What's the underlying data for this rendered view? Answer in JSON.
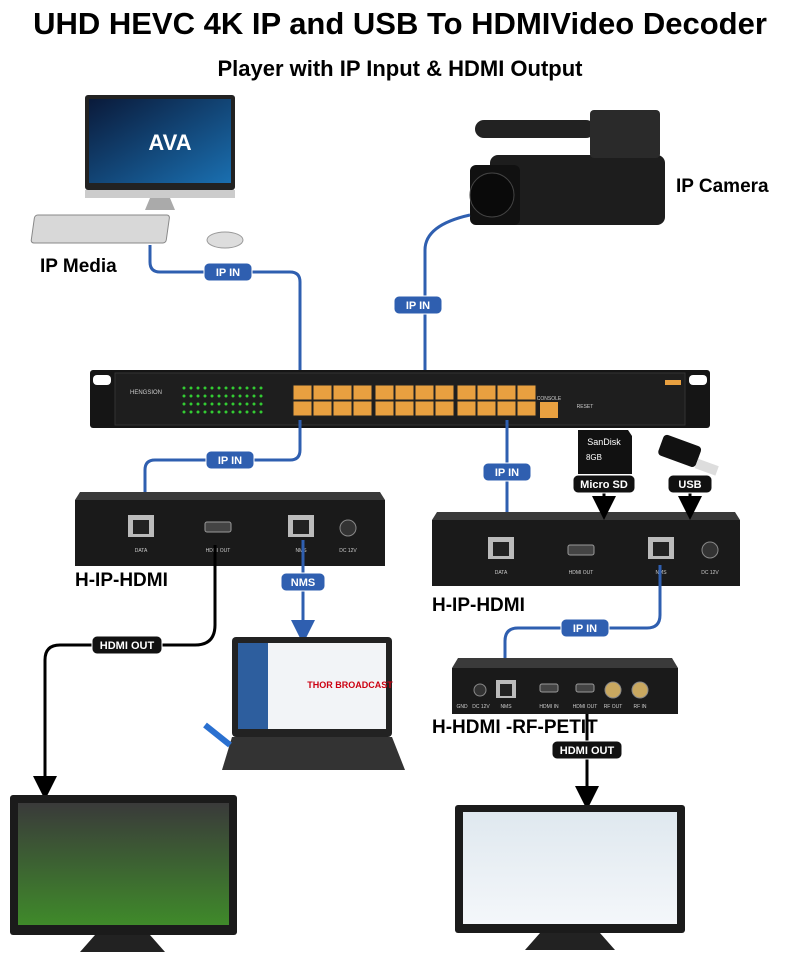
{
  "title": {
    "line1": "UHD HEVC 4K IP and USB To HDMIVideo Decoder",
    "line2": "Player with IP Input & HDMI Output"
  },
  "labels": {
    "ip_media": "IP Media",
    "ip_camera": "IP Camera",
    "decoder_left": "H-IP-HDMI",
    "decoder_right": "H-IP-HDMI",
    "modulator": "H-HDMI -RF-PETIT"
  },
  "connections": {
    "ip_in": "IP IN",
    "hdmi_out": "HDMI OUT",
    "nms": "NMS",
    "micro_sd": "Micro SD",
    "usb": "USB"
  },
  "switch": {
    "brand": "HENGSION",
    "console": "CONSOLE",
    "reset": "RESET"
  },
  "decoder_ports": {
    "data": "DATA",
    "hdmi_out": "HDMI OUT",
    "nms": "NMS",
    "dc": "DC 12V"
  },
  "modulator_ports": {
    "gnd": "GND",
    "dc": "DC 12V",
    "nms": "NMS",
    "hdmi_in": "HDMI IN",
    "hdmi_out": "HDMI OUT",
    "rf_out": "RF OUT",
    "rf_in": "RF IN"
  },
  "logos": {
    "monitor": "AVA",
    "laptop": "THOR BROADCAST",
    "sd_brand": "SanDisk",
    "sd_size": "8GB"
  },
  "colors": {
    "link_blue": "#2f5fb0",
    "port_orange": "#e8a040",
    "device_body": "#1c1c1c"
  }
}
